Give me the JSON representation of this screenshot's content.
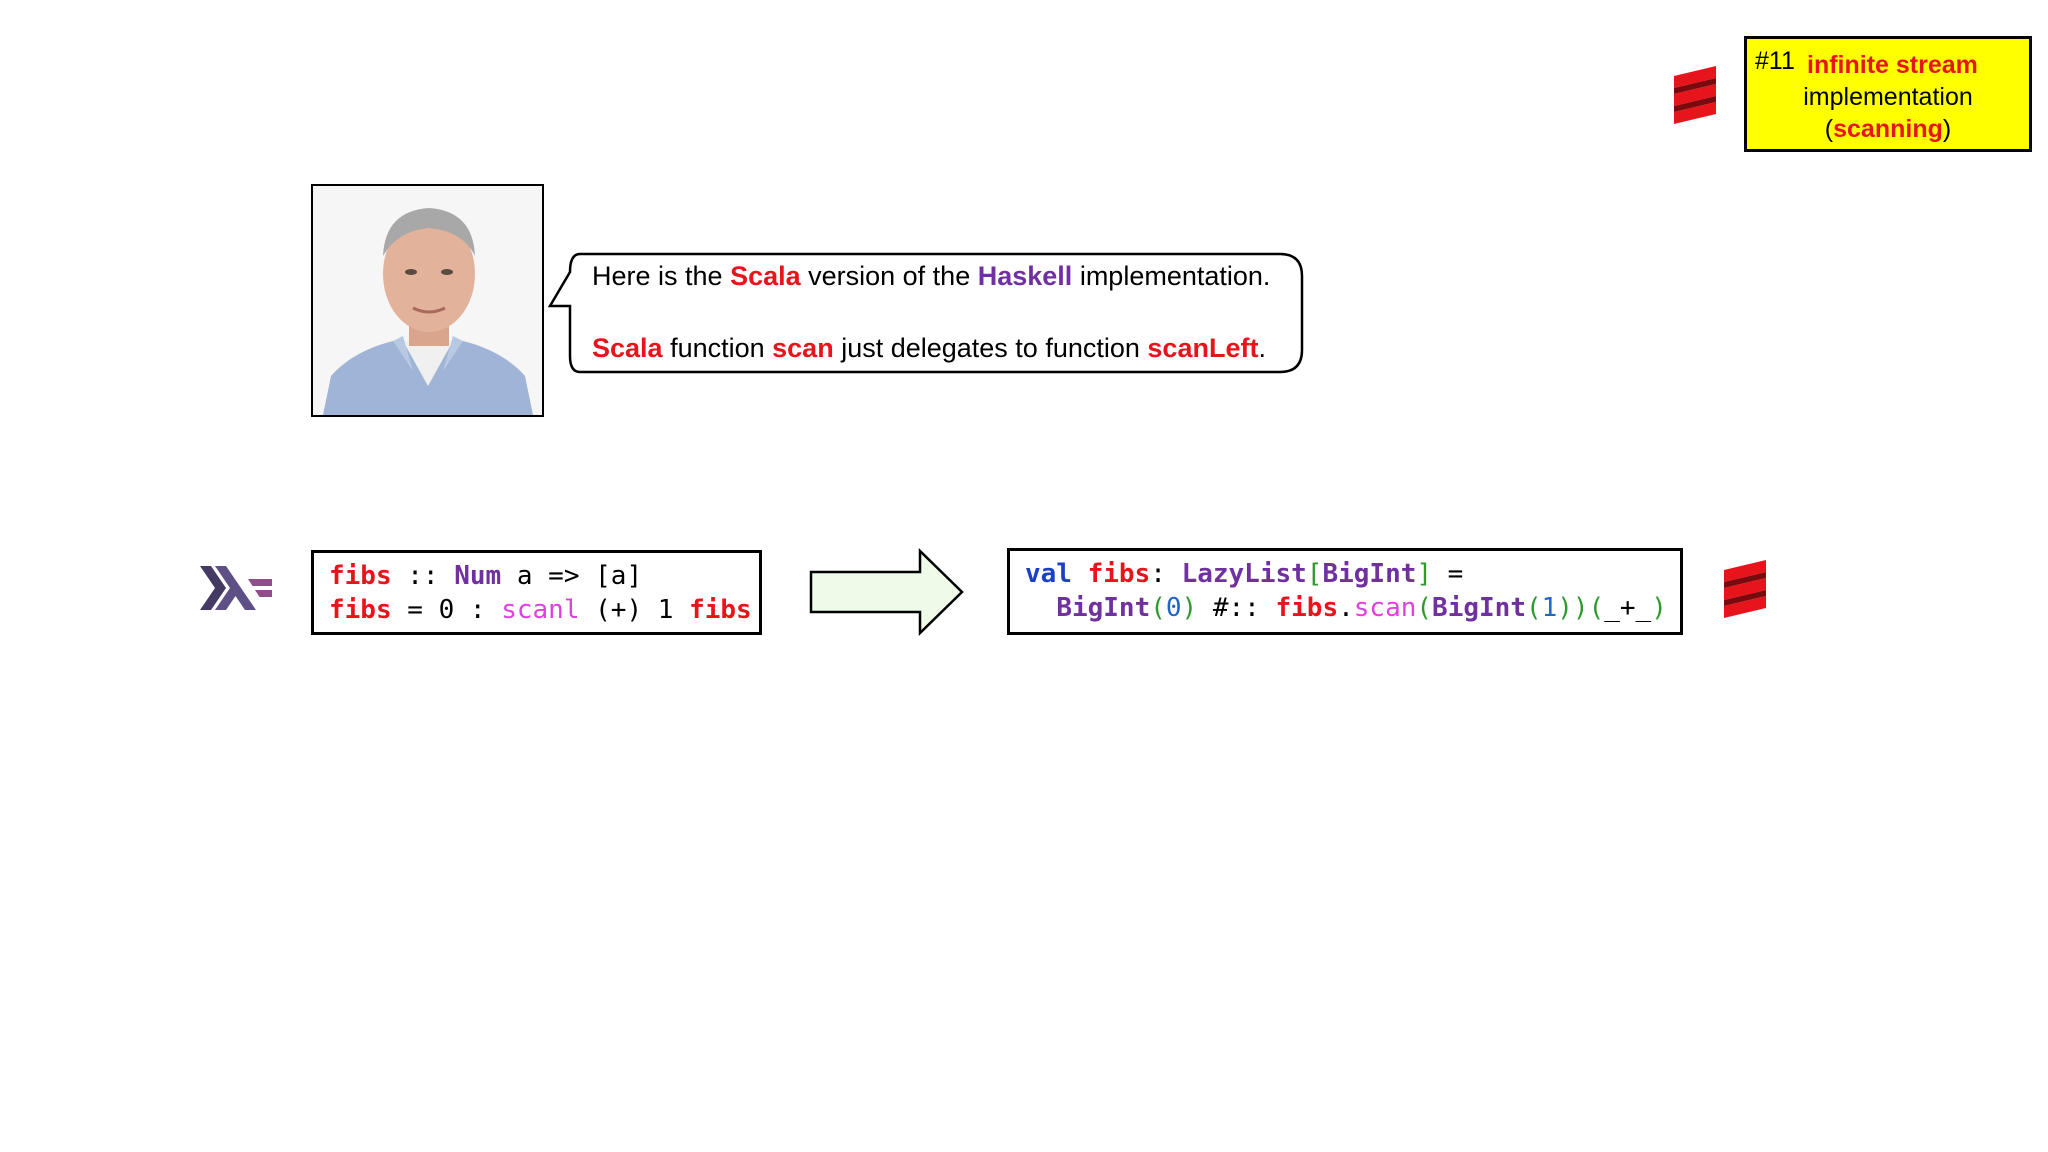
{
  "badge": {
    "number": "#11",
    "line1": "infinite stream",
    "line2": "implementation",
    "line3_open": "(",
    "line3_word": "scanning",
    "line3_close": ")"
  },
  "bubble": {
    "line1": {
      "a": "Here is the ",
      "b": "Scala",
      "c": " version of the ",
      "d": "Haskell",
      "e": " implementation."
    },
    "line2": {
      "a": "Scala",
      "b": " function ",
      "c": "scan",
      "d": " just delegates to function ",
      "e": "scanLeft",
      "f": "."
    }
  },
  "haskell_code": {
    "l1": {
      "a": "fibs",
      "b": " :: ",
      "c": "Num",
      "d": " a => [a]"
    },
    "l2": {
      "a": "fibs",
      "b": " = 0 : ",
      "c": "scanl",
      "d": " (+) 1 ",
      "e": "fibs"
    }
  },
  "scala_code": {
    "l1": {
      "a": "val",
      "b": " ",
      "c": "fibs",
      "d": ": ",
      "e": "LazyList",
      "f": "[",
      "g": "BigInt",
      "h": "]",
      "i": " ="
    },
    "l2": {
      "a": "  ",
      "b": "BigInt",
      "c": "(",
      "d": "0",
      "e": ")",
      "f": " #:: ",
      "g": "fibs",
      "h": ".",
      "i": "scan",
      "j": "(",
      "k": "BigInt",
      "l": "(",
      "m": "1",
      "n": "))",
      "o": "(",
      "p": "_+_",
      "q": ")"
    }
  },
  "colors": {
    "badge_bg": "#ffff00",
    "accent_red": "#e8141c",
    "haskell_purple": "#7030a0",
    "arrow_fill": "#eefbe8"
  },
  "icons": {
    "scala_top": "scala-logo-icon",
    "haskell": "haskell-logo-icon",
    "scala_right": "scala-logo-icon",
    "arrow": "arrow-right-icon"
  }
}
